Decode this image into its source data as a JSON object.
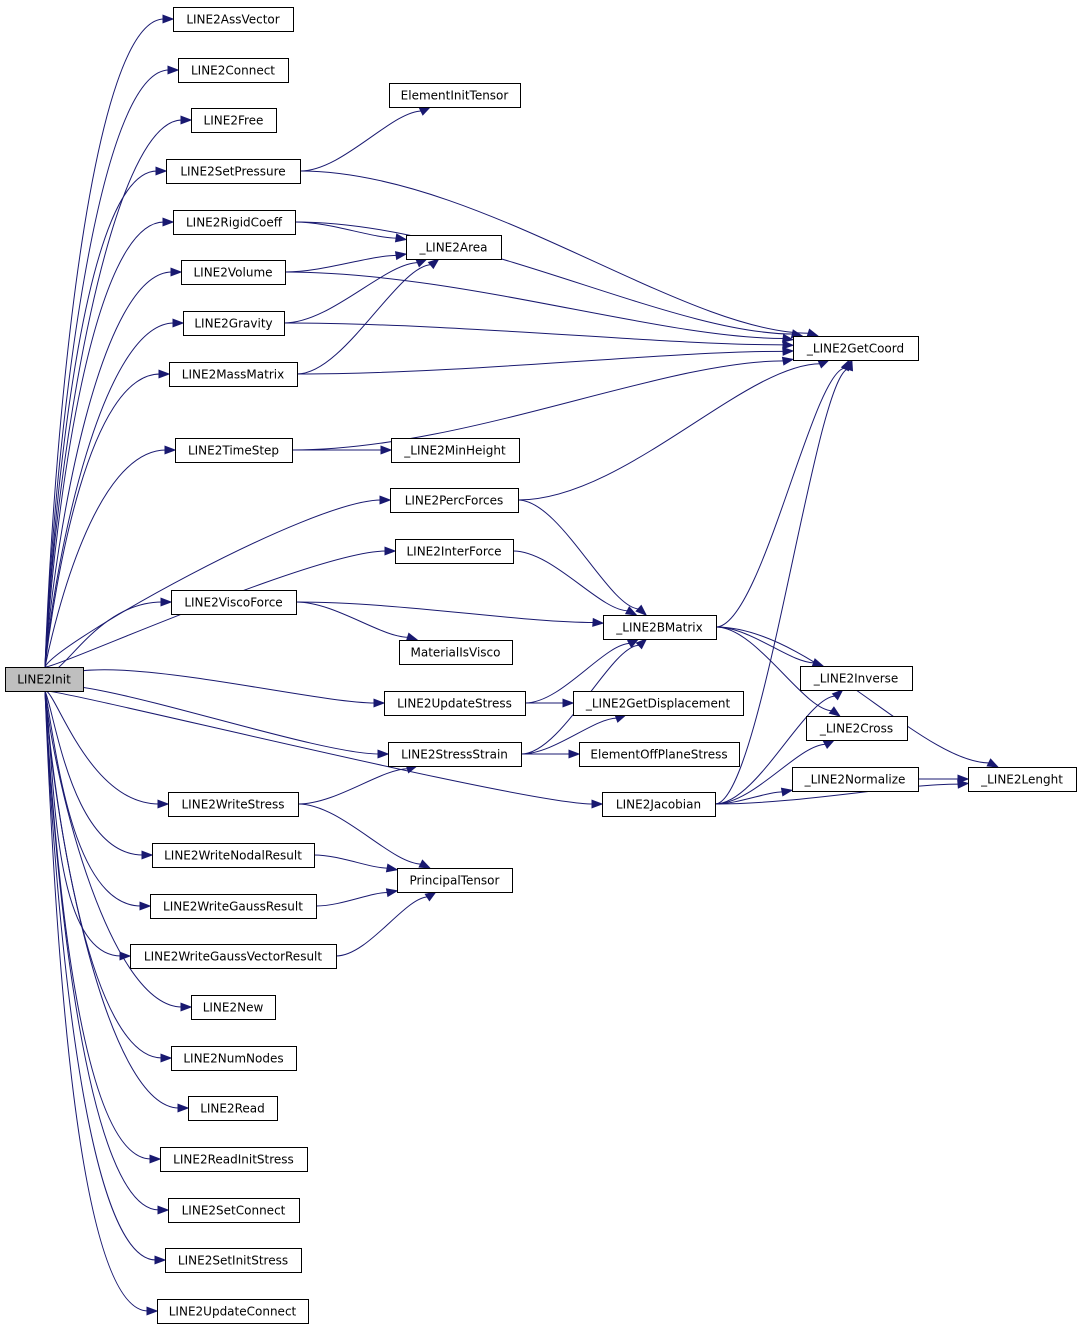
{
  "colors": {
    "edge": "#191970",
    "node_fill": "#ffffff",
    "root_fill": "#bfbfbf",
    "border": "#000000"
  },
  "root": "init",
  "nodes": {
    "init": "LINE2Init",
    "assvector": "LINE2AssVector",
    "connect": "LINE2Connect",
    "free": "LINE2Free",
    "setpressure": "LINE2SetPressure",
    "rigidcoeff": "LINE2RigidCoeff",
    "volume": "LINE2Volume",
    "gravity": "LINE2Gravity",
    "massmatrix": "LINE2MassMatrix",
    "timestep": "LINE2TimeStep",
    "percforces": "LINE2PercForces",
    "interforce": "LINE2InterForce",
    "viscoforce": "LINE2ViscoForce",
    "updatestress": "LINE2UpdateStress",
    "stressstrain": "LINE2StressStrain",
    "jacobian": "LINE2Jacobian",
    "writestress": "LINE2WriteStress",
    "writenodal": "LINE2WriteNodalResult",
    "writegauss": "LINE2WriteGaussResult",
    "writegaussvec": "LINE2WriteGaussVectorResult",
    "new": "LINE2New",
    "numnodes": "LINE2NumNodes",
    "read": "LINE2Read",
    "readinitstress": "LINE2ReadInitStress",
    "setconnect": "LINE2SetConnect",
    "setinitstress": "LINE2SetInitStress",
    "updateconnect": "LINE2UpdateConnect",
    "elemtensor": "ElementInitTensor",
    "area": "_LINE2Area",
    "getcoord": "_LINE2GetCoord",
    "minheight": "_LINE2MinHeight",
    "bmatrix": "_LINE2BMatrix",
    "matvisco": "MaterialIsVisco",
    "getdisp": "_LINE2GetDisplacement",
    "offplane": "ElementOffPlaneStress",
    "inverse": "_LINE2Inverse",
    "cross": "_LINE2Cross",
    "normalize": "_LINE2Normalize",
    "lenght": "_LINE2Lenght",
    "principal": "PrincipalTensor"
  },
  "edges": [
    [
      "init",
      "assvector"
    ],
    [
      "init",
      "connect"
    ],
    [
      "init",
      "free"
    ],
    [
      "init",
      "setpressure"
    ],
    [
      "init",
      "rigidcoeff"
    ],
    [
      "init",
      "volume"
    ],
    [
      "init",
      "gravity"
    ],
    [
      "init",
      "massmatrix"
    ],
    [
      "init",
      "timestep"
    ],
    [
      "init",
      "percforces"
    ],
    [
      "init",
      "interforce"
    ],
    [
      "init",
      "viscoforce"
    ],
    [
      "init",
      "updatestress"
    ],
    [
      "init",
      "stressstrain"
    ],
    [
      "init",
      "jacobian"
    ],
    [
      "init",
      "writestress"
    ],
    [
      "init",
      "writenodal"
    ],
    [
      "init",
      "writegauss"
    ],
    [
      "init",
      "writegaussvec"
    ],
    [
      "init",
      "new"
    ],
    [
      "init",
      "numnodes"
    ],
    [
      "init",
      "read"
    ],
    [
      "init",
      "readinitstress"
    ],
    [
      "init",
      "setconnect"
    ],
    [
      "init",
      "setinitstress"
    ],
    [
      "init",
      "updateconnect"
    ],
    [
      "setpressure",
      "getcoord"
    ],
    [
      "setpressure",
      "elemtensor"
    ],
    [
      "rigidcoeff",
      "getcoord"
    ],
    [
      "rigidcoeff",
      "area"
    ],
    [
      "volume",
      "getcoord"
    ],
    [
      "volume",
      "area"
    ],
    [
      "gravity",
      "area"
    ],
    [
      "gravity",
      "getcoord"
    ],
    [
      "massmatrix",
      "area"
    ],
    [
      "massmatrix",
      "getcoord"
    ],
    [
      "timestep",
      "getcoord"
    ],
    [
      "timestep",
      "minheight"
    ],
    [
      "percforces",
      "getcoord"
    ],
    [
      "percforces",
      "bmatrix"
    ],
    [
      "interforce",
      "bmatrix"
    ],
    [
      "viscoforce",
      "bmatrix"
    ],
    [
      "viscoforce",
      "matvisco"
    ],
    [
      "updatestress",
      "bmatrix"
    ],
    [
      "updatestress",
      "getdisp"
    ],
    [
      "stressstrain",
      "bmatrix"
    ],
    [
      "stressstrain",
      "getdisp"
    ],
    [
      "stressstrain",
      "offplane"
    ],
    [
      "writestress",
      "stressstrain"
    ],
    [
      "writestress",
      "principal"
    ],
    [
      "writenodal",
      "principal"
    ],
    [
      "writegauss",
      "principal"
    ],
    [
      "writegaussvec",
      "principal"
    ],
    [
      "bmatrix",
      "getcoord"
    ],
    [
      "bmatrix",
      "inverse"
    ],
    [
      "bmatrix",
      "cross"
    ],
    [
      "bmatrix",
      "lenght"
    ],
    [
      "jacobian",
      "getcoord"
    ],
    [
      "jacobian",
      "inverse"
    ],
    [
      "jacobian",
      "cross"
    ],
    [
      "jacobian",
      "normalize"
    ],
    [
      "jacobian",
      "lenght"
    ],
    [
      "normalize",
      "lenght"
    ]
  ]
}
